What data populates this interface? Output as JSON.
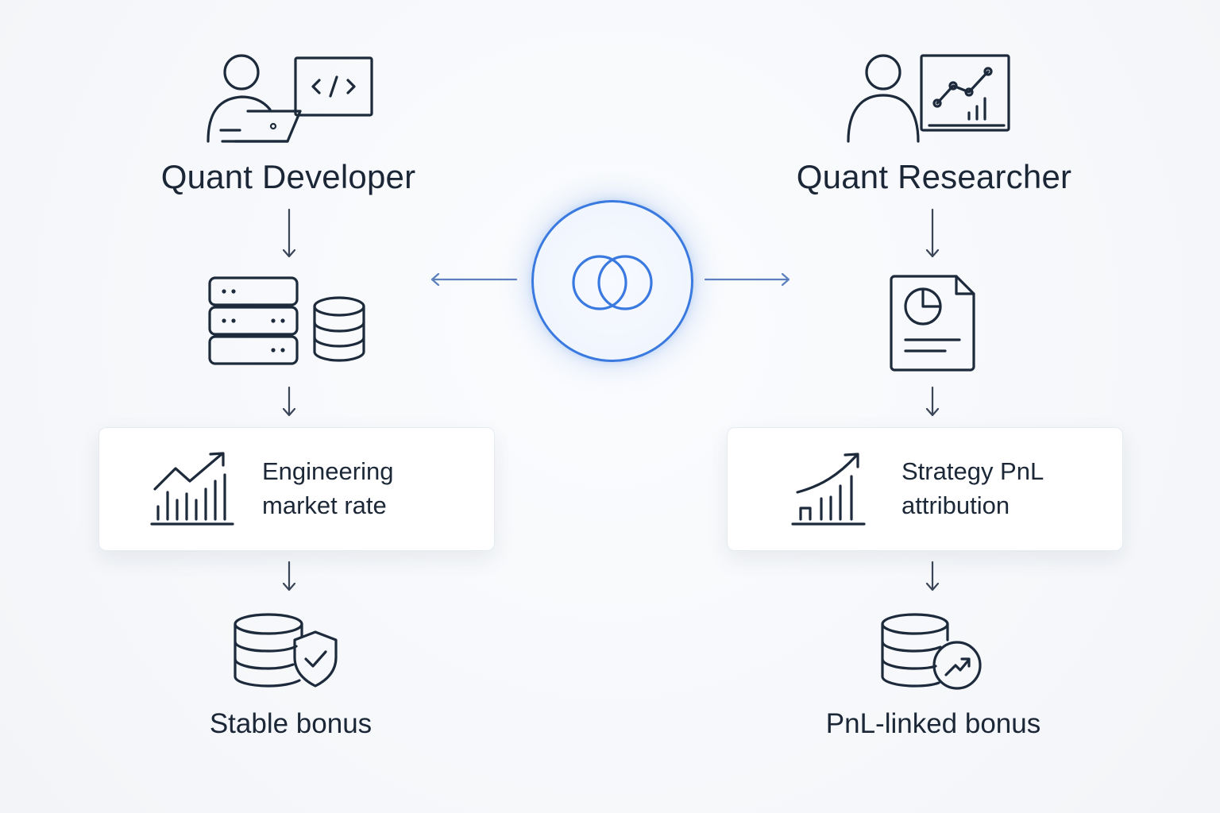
{
  "left": {
    "title": "Quant Developer",
    "card_line1": "Engineering",
    "card_line2": "market rate",
    "bottom_label": "Stable bonus"
  },
  "right": {
    "title": "Quant Researcher",
    "card_line1": "Strategy PnL",
    "card_line2": "attribution",
    "bottom_label": "PnL-linked bonus"
  },
  "colors": {
    "ink": "#1d2a3b",
    "accent": "#3a7ae0",
    "background": "#f7f8fa"
  },
  "icons": {
    "left_role": "developer-with-laptop-and-code-icon",
    "right_role": "researcher-with-chart-icon",
    "left_stage": "server-and-database-icon",
    "right_stage": "report-document-icon",
    "hub": "overlapping-circles-icon",
    "left_card": "growth-chart-icon",
    "right_card": "growth-chart-icon",
    "left_bottom": "coins-with-shield-icon",
    "right_bottom": "coins-with-growth-badge-icon"
  }
}
